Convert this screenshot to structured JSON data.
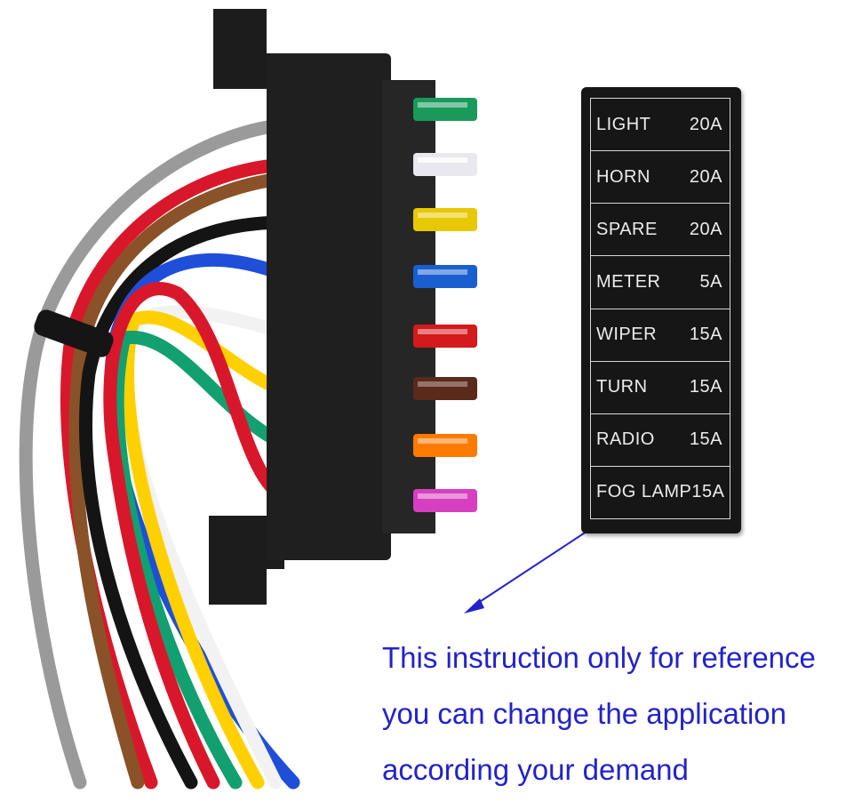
{
  "fuse_label_card": {
    "rows": [
      {
        "name": "LIGHT",
        "amp": "20A"
      },
      {
        "name": "HORN",
        "amp": "20A"
      },
      {
        "name": "SPARE",
        "amp": "20A"
      },
      {
        "name": "METER",
        "amp": "5A"
      },
      {
        "name": "WIPER",
        "amp": "15A"
      },
      {
        "name": "TURN",
        "amp": "15A"
      },
      {
        "name": "RADIO",
        "amp": "15A"
      },
      {
        "name": "FOG LAMP",
        "amp": "15A"
      }
    ]
  },
  "caption": {
    "line1": "This instruction only for reference",
    "line2": "you can change the application",
    "line3": "according your demand"
  },
  "colors": {
    "caption_text": "#2222cc",
    "arrow": "#2222cc",
    "fuse_block": "#1c1c1c",
    "label_card": "#161616",
    "fuses": [
      "#1a9a5a",
      "#e8e8ee",
      "#e8c800",
      "#1a5fd0",
      "#d41a1a",
      "#5a2a1a",
      "#ff7a00",
      "#d63fbf"
    ],
    "wires": [
      "#9a9a9a",
      "#d8182a",
      "#8a5228",
      "#141414",
      "#1f4fd8",
      "#f2f2f2",
      "#ffd000",
      "#12a070"
    ]
  }
}
